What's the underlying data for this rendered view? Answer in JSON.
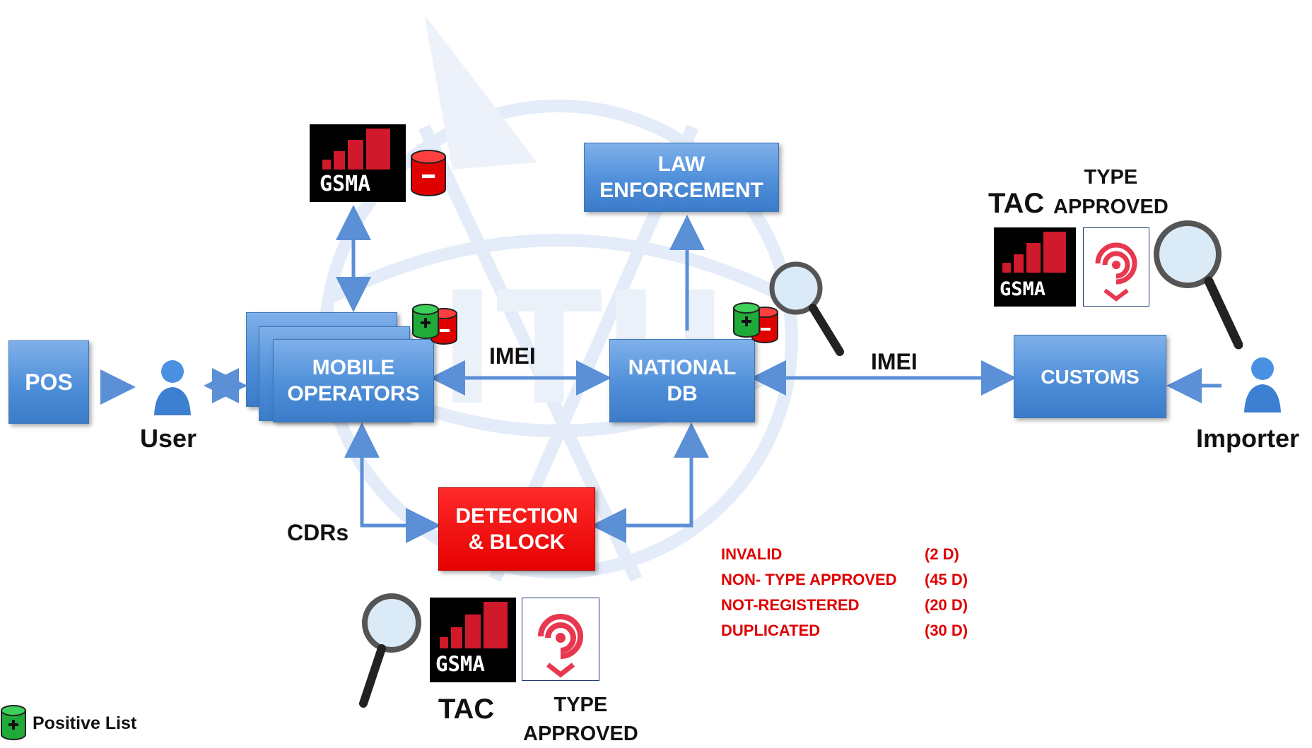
{
  "nodes": {
    "pos": "POS",
    "mobile_operators": [
      "MOBILE",
      "OPERATORS"
    ],
    "national_db": [
      "NATIONAL",
      "DB"
    ],
    "law_enforcement": [
      "LAW",
      "ENFORCEMENT"
    ],
    "customs": "CUSTOMS",
    "detection_block": [
      "DETECTION",
      "& BLOCK"
    ]
  },
  "actors": {
    "user": "User",
    "importer": "Importer"
  },
  "edges": {
    "imei_left": "IMEI",
    "imei_right": "IMEI",
    "cdrs": "CDRs"
  },
  "logos": {
    "gsma_text": "GSMA"
  },
  "labels": {
    "tac_top": "TAC",
    "type_top": [
      "TYPE",
      "APPROVED"
    ],
    "tac_bottom": "TAC",
    "type_bottom": [
      "TYPE",
      "APPROVED"
    ]
  },
  "reasons": [
    {
      "name": "INVALID",
      "days": "(2  D)"
    },
    {
      "name": "NON- TYPE APPROVED",
      "days": "(45 D)"
    },
    {
      "name": "NOT-REGISTERED",
      "days": "(20 D)"
    },
    {
      "name": "DUPLICATED",
      "days": "(30 D)"
    }
  ],
  "legend": {
    "positive_list": "Positive List"
  },
  "colors": {
    "box_blue": "#4f8fd9",
    "alert_red": "#e00000",
    "arrow_blue": "#5b8fd6"
  }
}
